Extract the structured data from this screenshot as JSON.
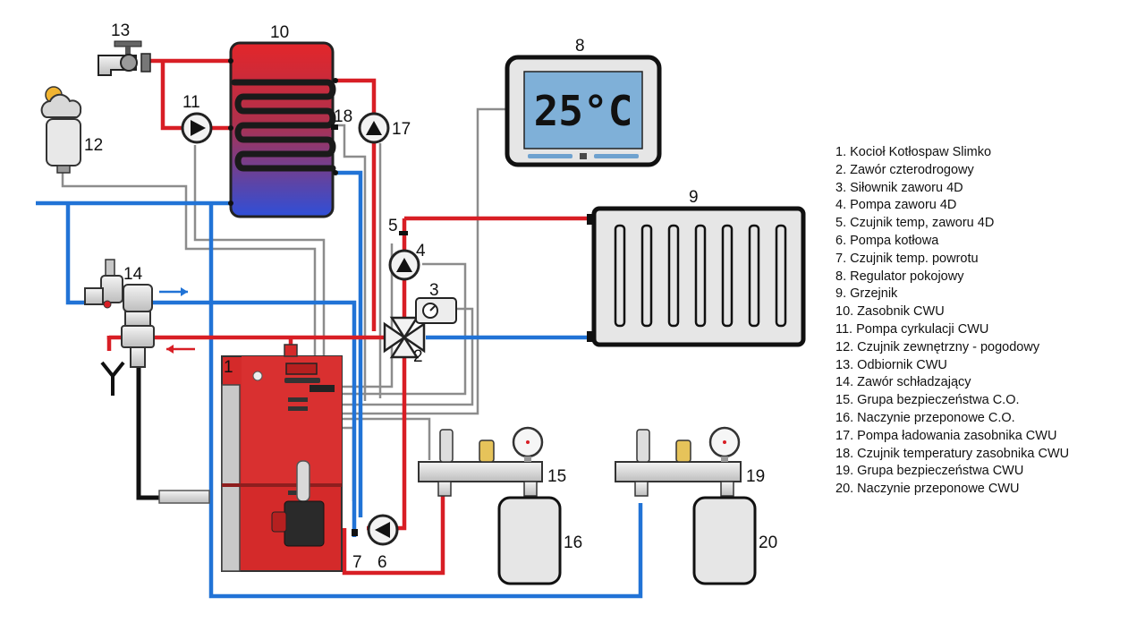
{
  "colors": {
    "hot": "#d81e25",
    "cold": "#2173d6",
    "signal": "#8c8c8c",
    "boiler": "#d42a2a",
    "panel": "#e6e6e6",
    "screen": "#7fb0d8"
  },
  "display": {
    "temperature": "25°C"
  },
  "markers": {
    "m1": "1",
    "m2": "2",
    "m3": "3",
    "m4": "4",
    "m5": "5",
    "m6": "6",
    "m7": "7",
    "m8": "8",
    "m9": "9",
    "m10": "10",
    "m11": "11",
    "m12": "12",
    "m13": "13",
    "m14": "14",
    "m15": "15",
    "m16": "16",
    "m17": "17",
    "m18": "18",
    "m19": "19",
    "m20": "20"
  },
  "legend": [
    "1. Kocioł Kotłospaw Slimko",
    "2. Zawór czterodrogowy",
    "3. Siłownik zaworu 4D",
    "4. Pompa zaworu 4D",
    "5. Czujnik temp, zaworu 4D",
    "6. Pompa kotłowa",
    "7. Czujnik temp. powrotu",
    "8. Regulator pokojowy",
    "9. Grzejnik",
    "10. Zasobnik CWU",
    "11. Pompa cyrkulacji CWU",
    "12. Czujnik zewnętrzny - pogodowy",
    "13. Odbiornik CWU",
    "14. Zawór schładzający",
    "15. Grupa bezpieczeństwa C.O.",
    "16. Naczynie przeponowe C.O.",
    "17. Pompa ładowania zasobnika CWU",
    "18. Czujnik temperatury zasobnika CWU",
    "19. Grupa bezpieczeństwa CWU",
    "20. Naczynie przeponowe CWU"
  ]
}
